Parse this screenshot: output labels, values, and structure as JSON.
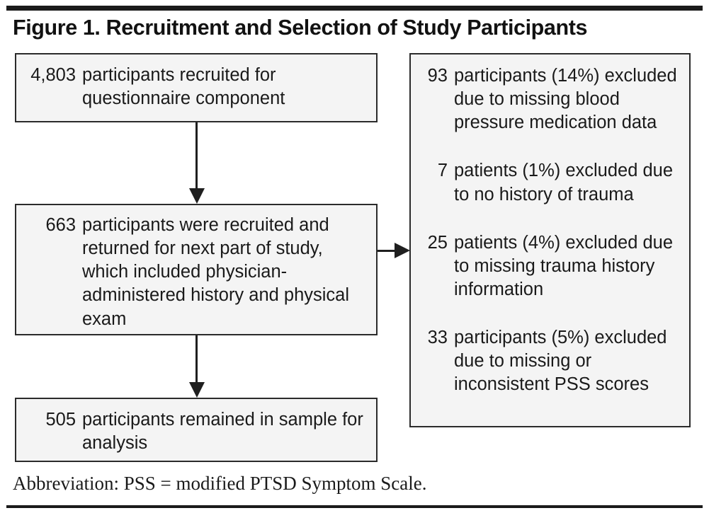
{
  "figure": {
    "title": "Figure 1. Recruitment and Selection of Study Participants",
    "footnote": "Abbreviation: PSS = modified PTSD Symptom Scale."
  },
  "flow": {
    "boxes": [
      {
        "id": "recruited",
        "number": "4,803",
        "text": "participants recruited for questionnaire component"
      },
      {
        "id": "returned",
        "number": "663",
        "text": "participants were recruited and returned for next part of study, which included physician-administered history and physical exam"
      },
      {
        "id": "remained",
        "number": "505",
        "text": "participants remained in sample for analysis"
      }
    ]
  },
  "exclusions": {
    "items": [
      {
        "number": "93",
        "text": "participants (14%) excluded due to missing blood pressure medication data"
      },
      {
        "number": "7",
        "text": "patients (1%) excluded due to no history of trauma"
      },
      {
        "number": "25",
        "text": "patients (4%) excluded due to missing trauma history information"
      },
      {
        "number": "33",
        "text": "participants (5%) excluded due to missing or inconsistent PSS scores"
      }
    ]
  },
  "connectors": [
    {
      "name": "recruited-to-returned",
      "direction": "down"
    },
    {
      "name": "returned-to-remained",
      "direction": "down"
    },
    {
      "name": "returned-to-exclusions",
      "direction": "right"
    }
  ],
  "colors": {
    "box_fill": "#f4f4f4",
    "box_border": "#2b2b2b",
    "rule": "#1b1b1b",
    "text": "#1a1a1a"
  }
}
